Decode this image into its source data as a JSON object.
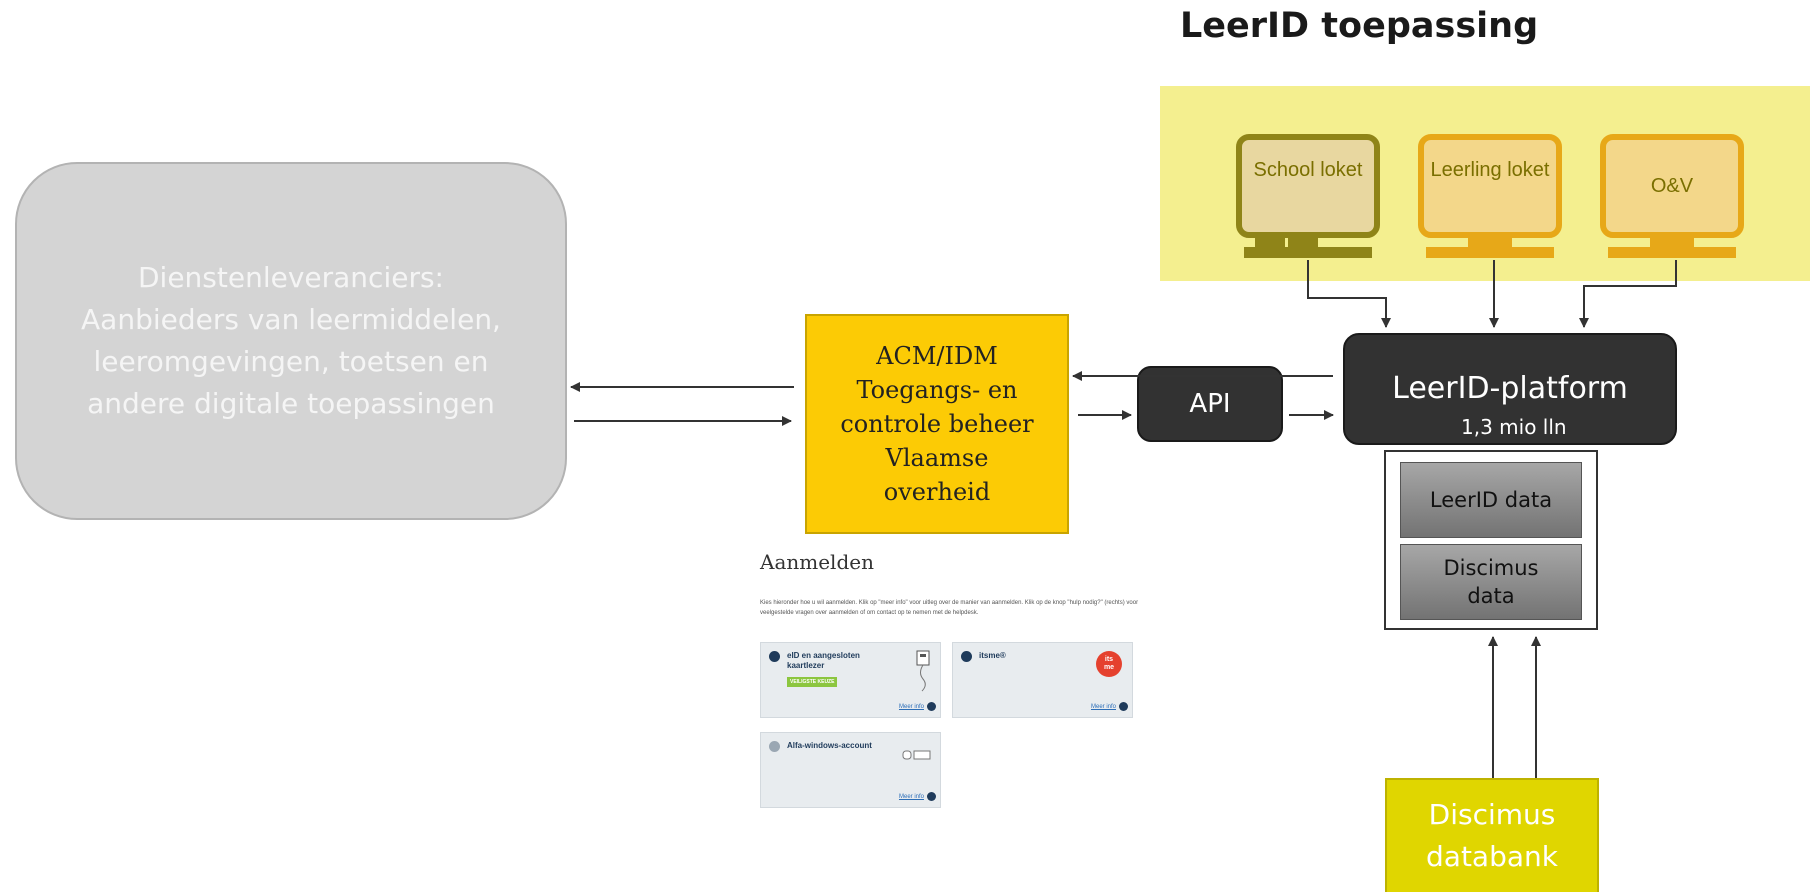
{
  "title": "LeerID toepassing",
  "monitors": [
    {
      "label": "School\nloket",
      "color": "#8f8418"
    },
    {
      "label": "Leerling\nloket",
      "color": "#e7a818"
    },
    {
      "label": "O&V",
      "color": "#e7a818"
    }
  ],
  "service_providers": "Dienstenleveranciers:\nAanbieders van leermiddelen,\nleeromgevingen, toetsen en\nandere digitale toepassingen",
  "acm": "ACM/IDM\nToegangs- en\ncontrole beheer\nVlaamse\noverheid",
  "api": "API",
  "platform": {
    "title": "LeerID-platform",
    "subtitle": "1,3 mio lln"
  },
  "data_boxes": [
    "LeerID data",
    "Discimus\ndata"
  ],
  "discimus_db": "Discimus\ndatabank",
  "login": {
    "title": "Aanmelden",
    "intro": "Kies hieronder hoe u wil aanmelden. Klik op \"meer info\" voor uitleg over de manier van aanmelden. Klik op de knop \"hulp nodig?\" (rechts) voor veelgestelde vragen over aanmelden of om contact op te nemen met de helpdesk.",
    "cards": [
      {
        "label": "eID en aangesloten\nkaartlezer",
        "badge": "VEILIGSTE KEUZE",
        "more": "Meer info"
      },
      {
        "label": "itsme®",
        "badge": "",
        "more": "Meer info"
      },
      {
        "label": "Alfa-windows-account",
        "badge": "",
        "more": "Meer info"
      }
    ],
    "itsme_logo": "its\nme"
  },
  "colors": {
    "yellow_zone": "#f4ef8f",
    "acm": "#fccb05",
    "dark": "#323232",
    "discimus": "#e0d600"
  }
}
